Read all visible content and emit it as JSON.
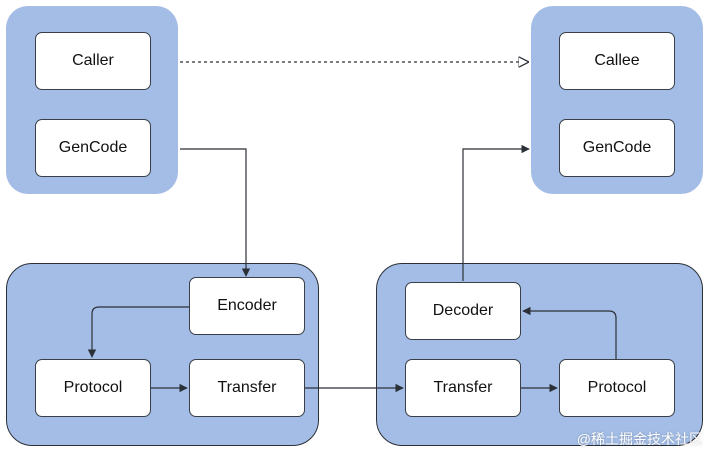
{
  "nodes": {
    "caller": "Caller",
    "gencode_left": "GenCode",
    "callee": "Callee",
    "gencode_right": "GenCode",
    "encoder": "Encoder",
    "protocol_left": "Protocol",
    "transfer_left": "Transfer",
    "decoder": "Decoder",
    "transfer_right": "Transfer",
    "protocol_right": "Protocol"
  },
  "footer": "@稀土掘金技术社区",
  "colors": {
    "group_fill": "#a3bde6",
    "node_fill": "#ffffff",
    "line": "#2b2f36"
  }
}
